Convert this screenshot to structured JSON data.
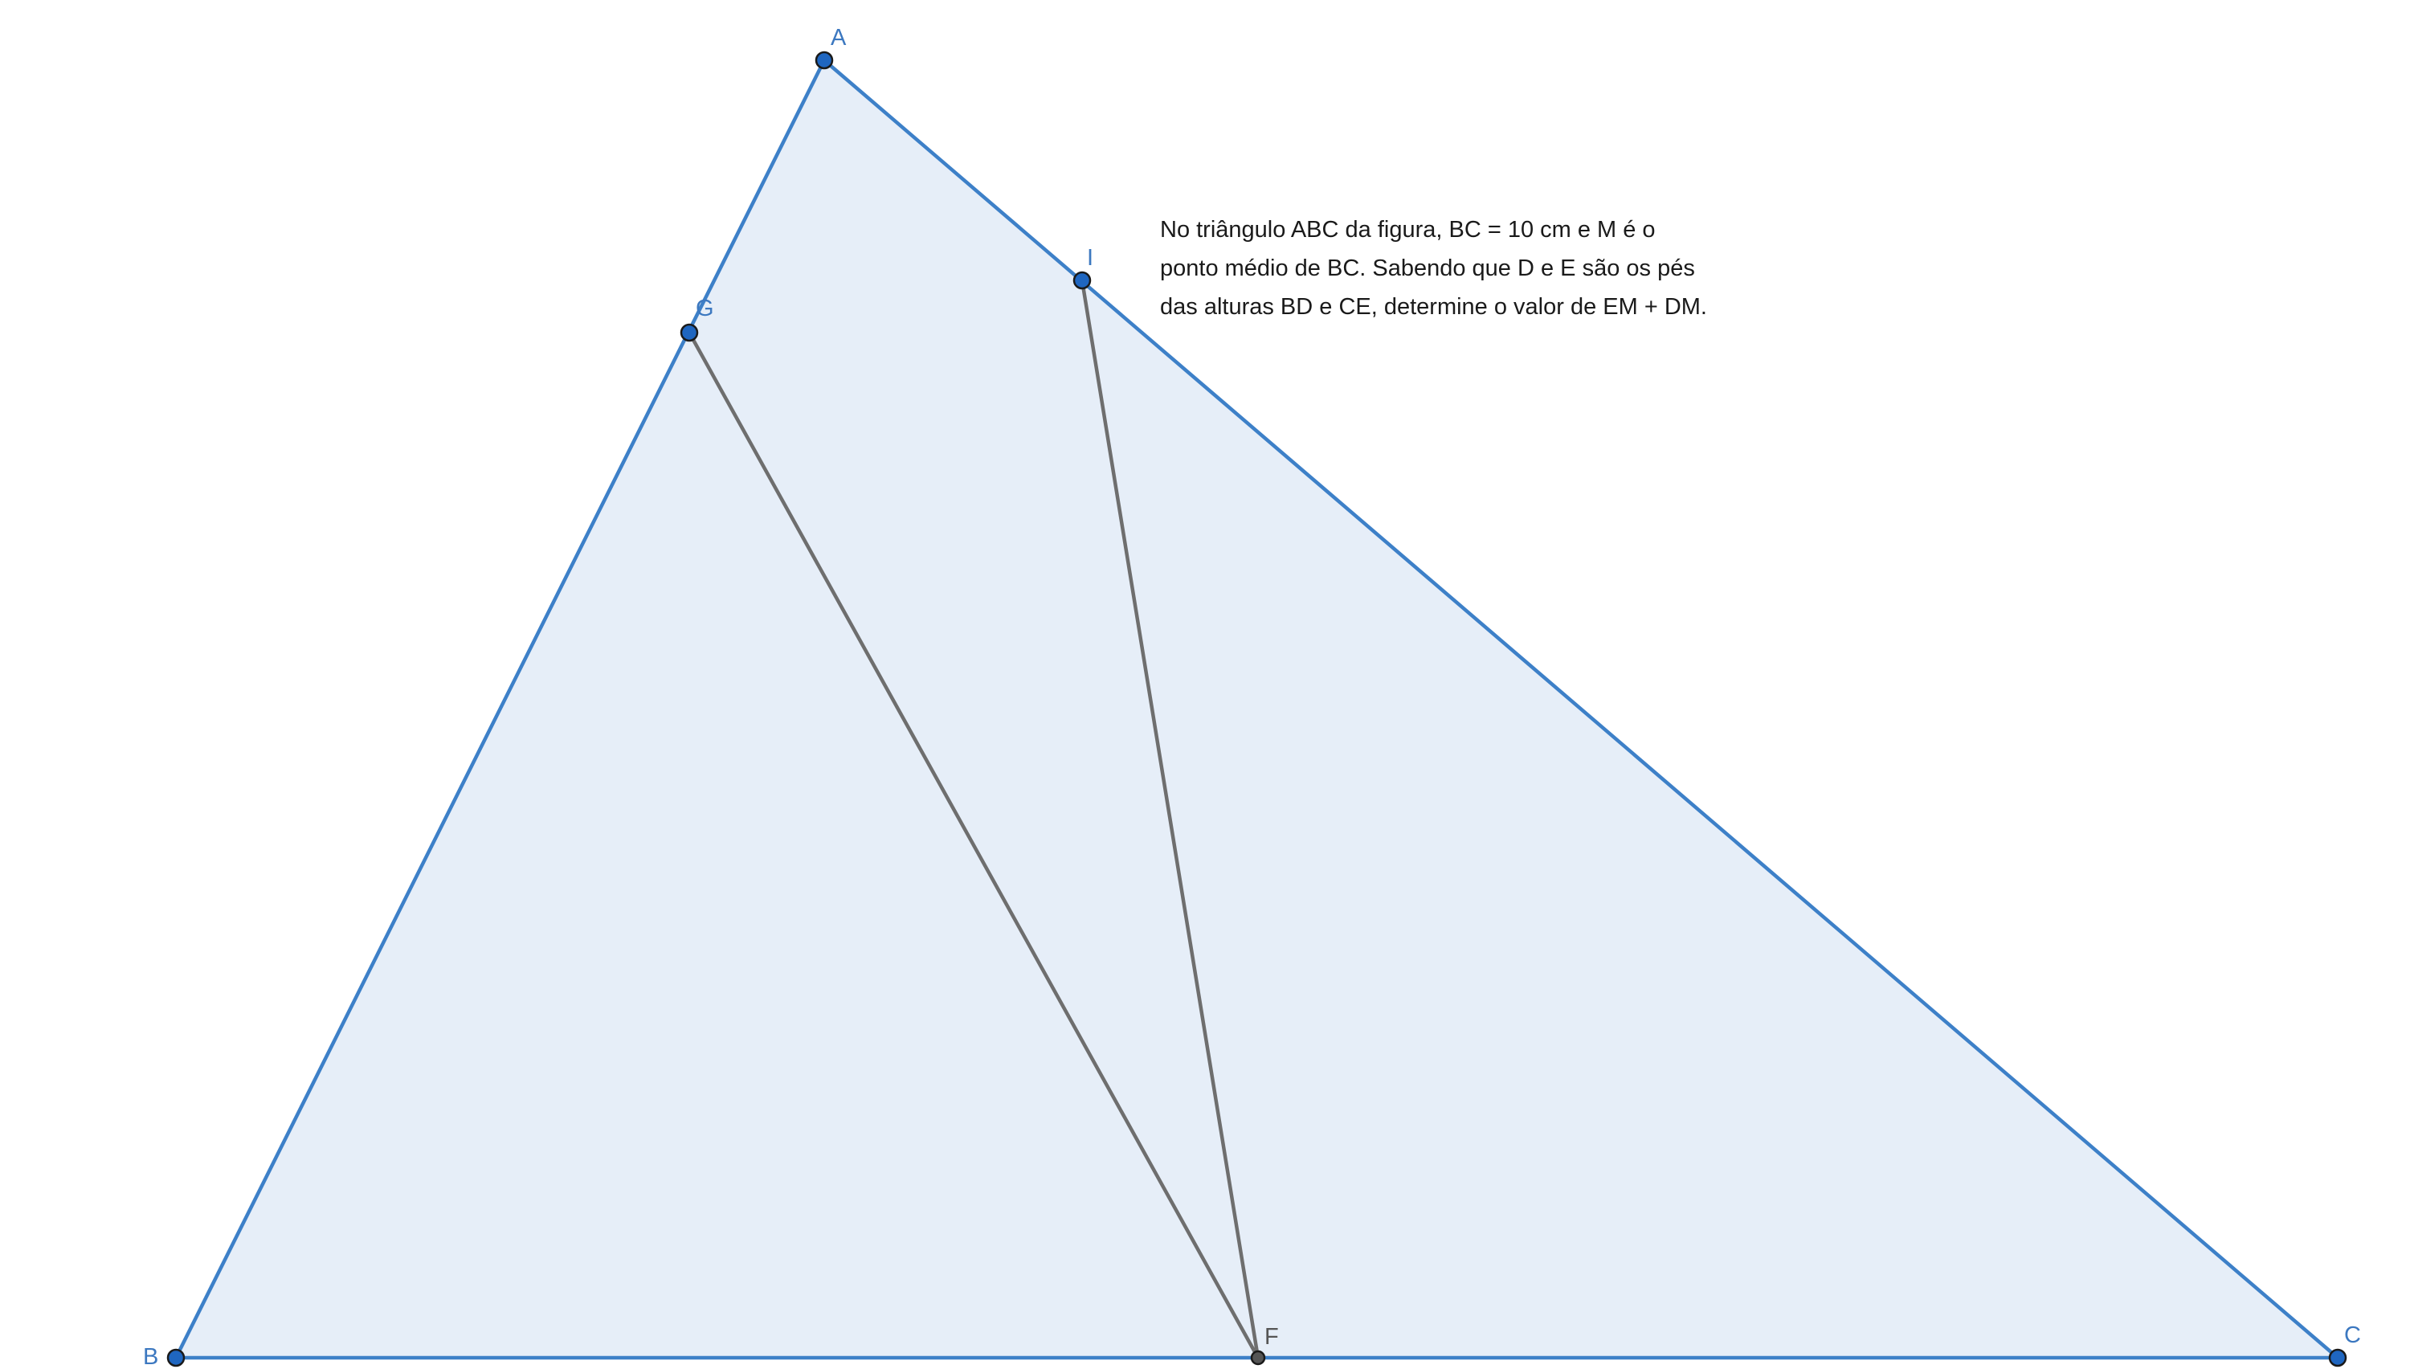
{
  "colors": {
    "triangle_stroke": "#3d80c8",
    "triangle_fill": "#e6eef8",
    "segment_stroke": "#6e6e6e",
    "point_fill": "#1f66c0",
    "point_stroke": "#1a1a1a",
    "label_blue": "#3c78c0",
    "label_gray": "#555555"
  },
  "points": {
    "A": "A",
    "B": "B",
    "C": "C",
    "F": "F",
    "G": "G",
    "I": "I"
  },
  "problem": {
    "line1": "No triângulo ABC da figura, BC = 10 cm e M é o",
    "line2": "ponto médio de BC. Sabendo que D e E são os pés",
    "line3": "das alturas BD e CE, determine o valor de EM + DM."
  }
}
